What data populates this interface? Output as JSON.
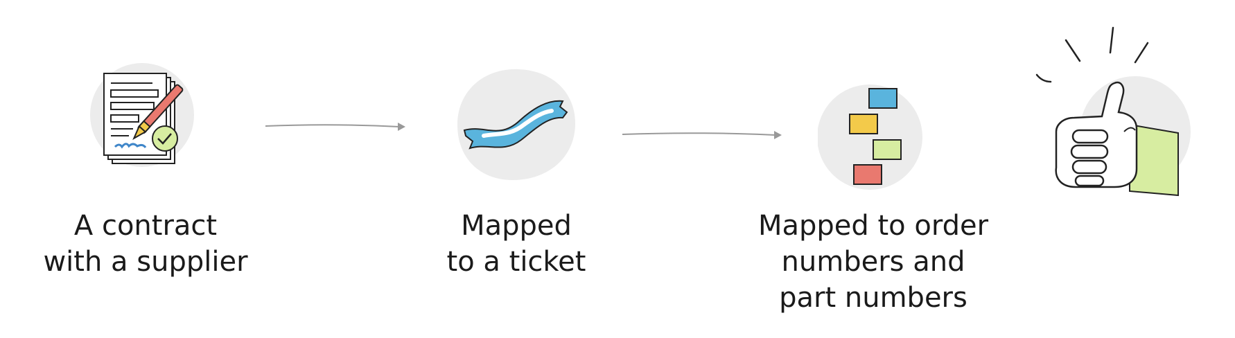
{
  "steps": [
    {
      "line1": "A contract",
      "line2": "with a supplier"
    },
    {
      "line1": "Mapped",
      "line2": "to a ticket"
    },
    {
      "line1": "Mapped to order",
      "line2": "numbers and",
      "line3": "part numbers"
    }
  ],
  "icons": {
    "step1": "contract-signing-icon",
    "step2": "ticket-ribbon-icon",
    "step3": "stacked-blocks-icon",
    "final": "thumbs-up-icon"
  },
  "colors": {
    "circle_bg": "#ececec",
    "ticket_blue": "#5ab4dd",
    "pen_red": "#e9796f",
    "check_green": "#d7eda1",
    "block_blue": "#5ab4dd",
    "block_yellow": "#f3ca4a",
    "block_green": "#d7eda1",
    "block_red": "#e9796f",
    "sleeve_green": "#d7eda1",
    "arrow_gray": "#999999"
  }
}
